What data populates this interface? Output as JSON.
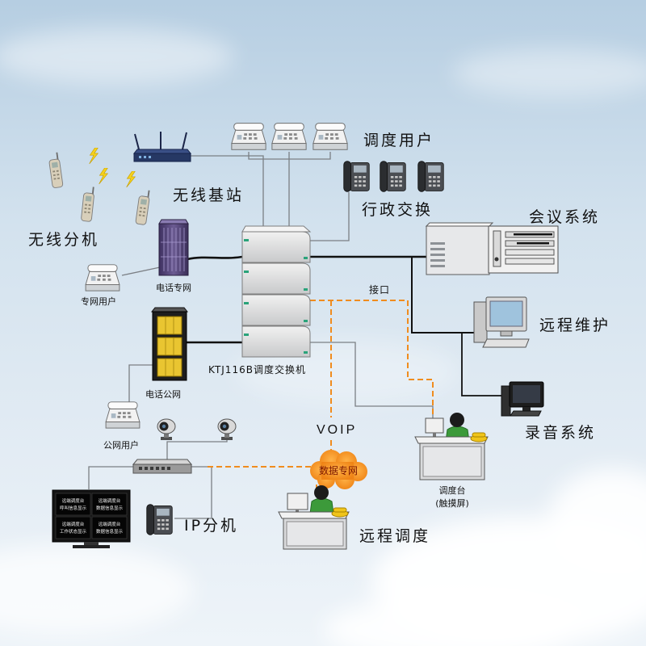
{
  "labels": {
    "dispatch_users": "调度用户",
    "wireless_base": "无线基站",
    "admin_exchange": "行政交换",
    "wireless_ext": "无线分机",
    "conference": "会议系统",
    "private_net": "电话专网",
    "private_user": "专网用户",
    "interface": "接口",
    "remote_maint": "远程维护",
    "switch": "KTJ116B调度交换机",
    "public_net": "电话公网",
    "recording": "录音系统",
    "voip": "VOIP",
    "public_user": "公网用户",
    "data_net": "数据专网",
    "console": "调度台",
    "console_sub": "(触摸屏)",
    "ip_ext": "IP分机",
    "remote_dispatch": "远程调度"
  },
  "monitor_panels": [
    {
      "line1": "远端调度台",
      "line2": "呼叫信息显示"
    },
    {
      "line1": "远端调度台",
      "line2": "数据信息显示"
    },
    {
      "line1": "远端调度台",
      "line2": "工作状态显示"
    },
    {
      "line1": "远端调度台",
      "line2": "数据信息显示"
    }
  ],
  "colors": {
    "data_link_dashed": "#f08c1e",
    "data_cloud": "#f49b2c",
    "operator_shirt": "#3c9a3a",
    "console_phone": "#f0c419",
    "trunk_link": "#111111",
    "access_link": "#7b7f84"
  }
}
